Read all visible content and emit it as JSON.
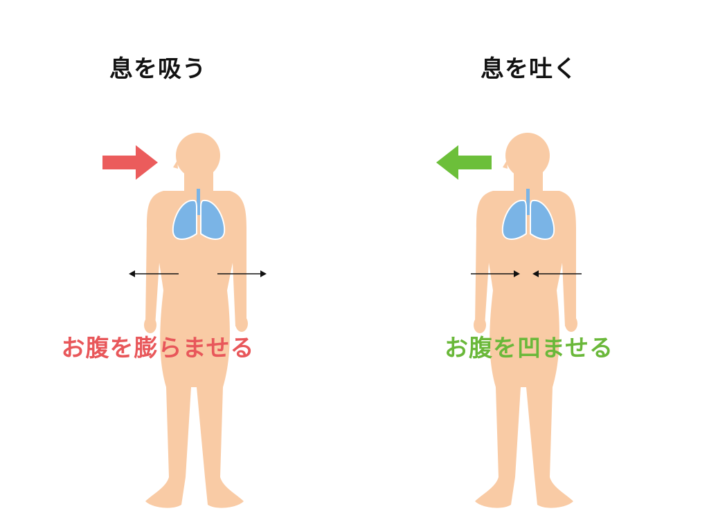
{
  "inhale": {
    "title": "息を吸う",
    "caption": "お腹を膨らませる",
    "caption_color": "#e8575a",
    "breath_arrow_icon": "arrow-right-icon",
    "breath_arrow_color": "#eb5c5c",
    "belly_arrows": "outward"
  },
  "exhale": {
    "title": "息を吐く",
    "caption": "お腹を凹ませる",
    "caption_color": "#6ab83a",
    "breath_arrow_icon": "arrow-left-icon",
    "breath_arrow_color": "#6cbf3a",
    "belly_arrows": "inward"
  },
  "colors": {
    "skin": "#f9cba5",
    "lungs": "#7ab4e6",
    "lungs_outline": "#ffffff",
    "trachea": "#7ab4e6",
    "belly_arrow": "#111111"
  }
}
